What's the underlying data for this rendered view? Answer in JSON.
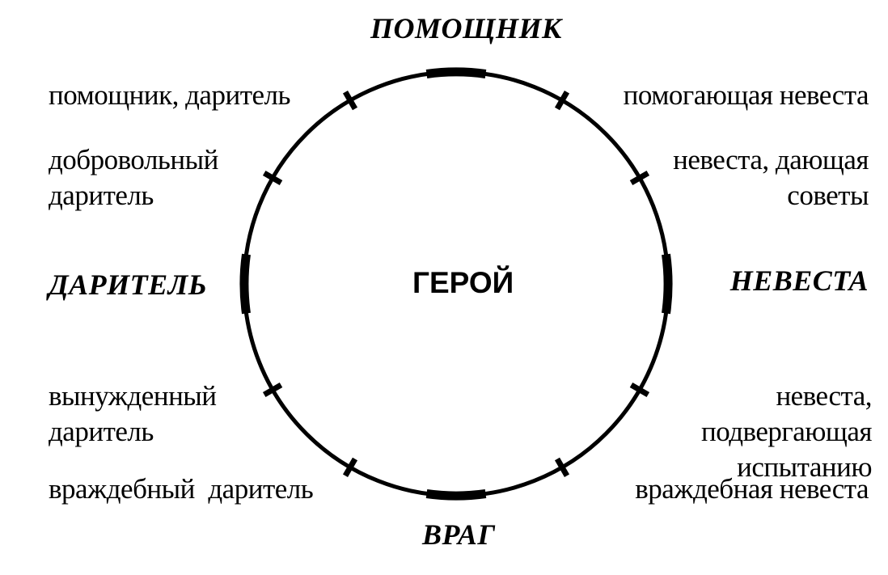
{
  "center": {
    "label": "ГЕРОЙ"
  },
  "roles": {
    "top": "ПОМОЩНИК",
    "left": "ДАРИТЕЛЬ",
    "right": "НЕВЕСТА",
    "bottom": "ВРАГ"
  },
  "left_labels": {
    "l1": "помощник, даритель",
    "l2": "добровольный даритель",
    "l3": "вынужденный даритель",
    "l4": "враждебный  даритель"
  },
  "right_labels": {
    "r1": "помогающая невеста",
    "r2": "невеста, дающая советы",
    "r3": "невеста, подвергающая испытанию",
    "r4": "враждебная невеста"
  },
  "colors": {
    "ink": "#000000",
    "paper": "#ffffff"
  }
}
